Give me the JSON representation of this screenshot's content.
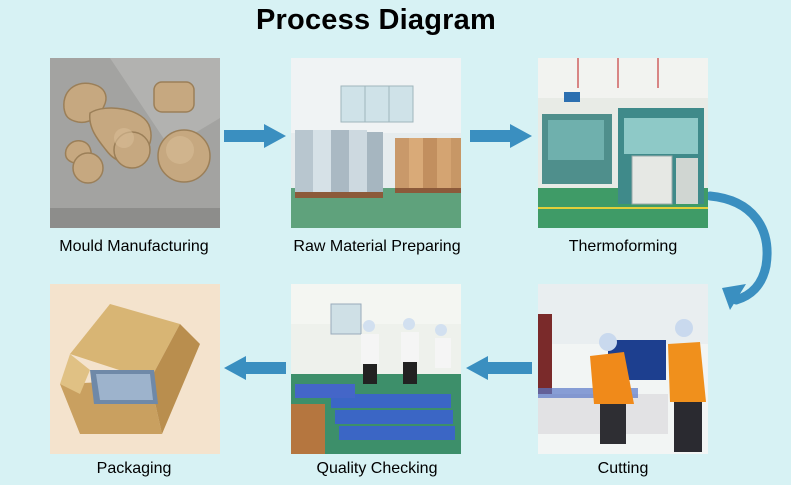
{
  "title": "Process Diagram",
  "steps": [
    {
      "label": "Mould Manufacturing",
      "icon": "mould-photo"
    },
    {
      "label": "Raw Material Preparing",
      "icon": "raw-material-photo"
    },
    {
      "label": "Thermoforming",
      "icon": "thermoforming-machine-photo"
    },
    {
      "label": "Cutting",
      "icon": "cutting-photo"
    },
    {
      "label": "Quality Checking",
      "icon": "quality-checking-photo"
    },
    {
      "label": "Packaging",
      "icon": "packaging-box-photo"
    }
  ],
  "colors": {
    "background": "#d7f2f4",
    "arrow": "#3a8fc0"
  }
}
